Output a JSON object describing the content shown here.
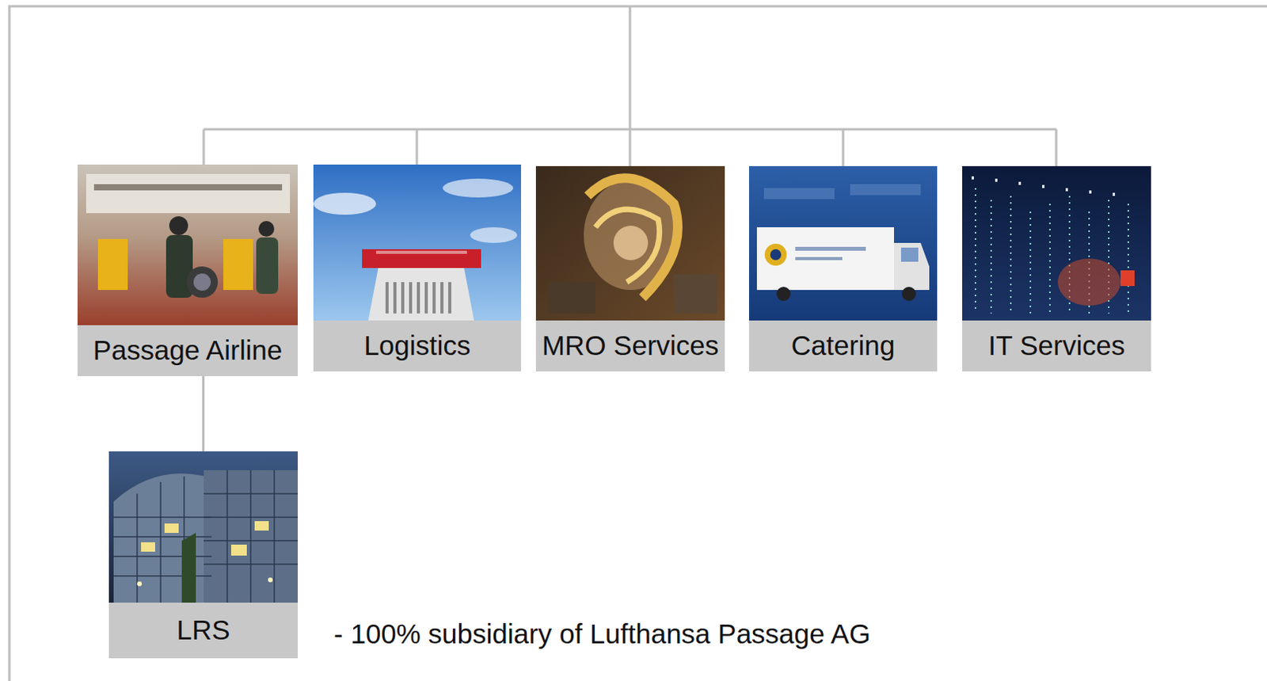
{
  "diagram": {
    "nodes": [
      {
        "text": [
          "Passage Airline"
        ]
      },
      {
        "text": [
          "Logistics"
        ]
      },
      {
        "text": [
          "MRO Services"
        ]
      },
      {
        "text": [
          "Catering"
        ]
      },
      {
        "text": [
          "IT Services"
        ]
      },
      {
        "text": [
          "LRS"
        ]
      }
    ],
    "edges": [
      {
        "from": 0,
        "to": 5,
        "arrow": "none"
      }
    ],
    "labels": [
      "- 100% subsidiary of Lufthansa Passage AG"
    ]
  }
}
